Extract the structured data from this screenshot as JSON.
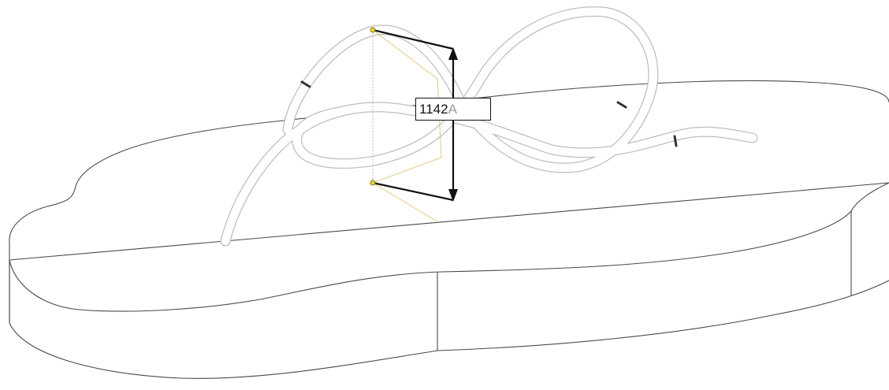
{
  "dimension": {
    "value": "1142",
    "unit_suffix": "A"
  },
  "colors": {
    "outline": "#4a4a4a",
    "strap": "#bdbdbd",
    "construction": "#d9b24a",
    "dimension_line": "#111111"
  },
  "icons": {
    "endpoint_marker": "yellow-dot-marker",
    "arrowhead": "triangle-arrow"
  }
}
